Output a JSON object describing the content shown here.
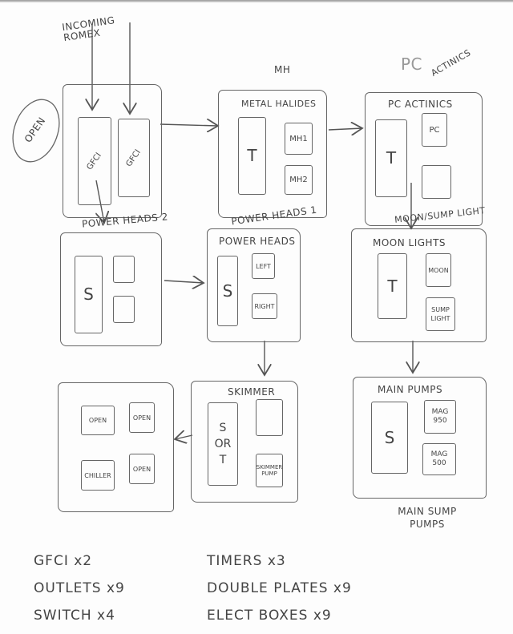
{
  "incoming": "INCOMING ROMEX",
  "open_oval": "OPEN",
  "gfci_box": {
    "cells": [
      "GFCI",
      "GFCI"
    ]
  },
  "mh_box": {
    "label": "MH",
    "title": "METAL HALIDES",
    "cells": [
      "T",
      "MH1",
      "MH2"
    ]
  },
  "pc_box": {
    "label_pc": "PC",
    "label_act": "ACTINICS",
    "title": "PC ACTINICS",
    "cells": [
      "T",
      "PC",
      ""
    ]
  },
  "ph2_box": {
    "label": "POWER HEADS 2",
    "cells": [
      "S",
      "",
      ""
    ]
  },
  "ph1_box": {
    "label": "POWER HEADS 1",
    "title": "POWER HEADS",
    "cells": [
      "S",
      "LEFT",
      "RIGHT"
    ]
  },
  "moon_box": {
    "label": "MOON/SUMP LIGHT",
    "title": "MOON LIGHTS",
    "cells": [
      "T",
      "MOON",
      "SUMP LIGHT"
    ]
  },
  "open_box": {
    "cells": [
      "OPEN",
      "OPEN",
      "CHILLER",
      "OPEN"
    ]
  },
  "skimmer_box": {
    "title": "SKIMMER",
    "cells": [
      "S OR T",
      "",
      "SKIMMER PUMP"
    ]
  },
  "pumps_box": {
    "title": "MAIN PUMPS",
    "label": "MAIN SUMP PUMPS",
    "cells": [
      "S",
      "MAG 950",
      "MAG 500"
    ]
  },
  "totals": [
    "GFCI x2",
    "OUTLETS x9",
    "SWITCH x4",
    "TIMERS x3",
    "DOUBLE PLATES x9",
    "ELECT BOXES x9"
  ]
}
